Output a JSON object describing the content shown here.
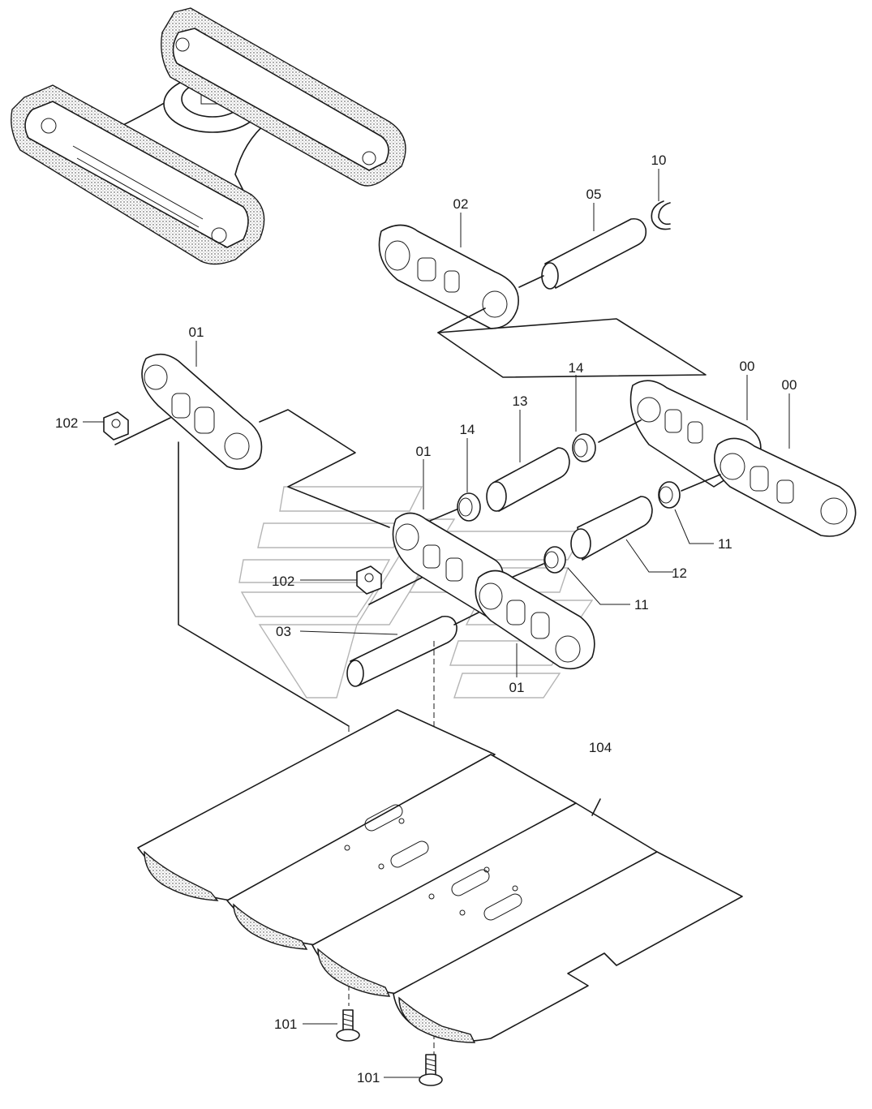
{
  "callouts": {
    "c00a": "00",
    "c00b": "00",
    "c01a": "01",
    "c01b": "01",
    "c01c": "01",
    "c02": "02",
    "c03": "03",
    "c05": "05",
    "c10": "10",
    "c11a": "11",
    "c11b": "11",
    "c12": "12",
    "c13": "13",
    "c14a": "14",
    "c14b": "14",
    "c101a": "101",
    "c101b": "101",
    "c102a": "102",
    "c102b": "102",
    "c104": "104"
  }
}
